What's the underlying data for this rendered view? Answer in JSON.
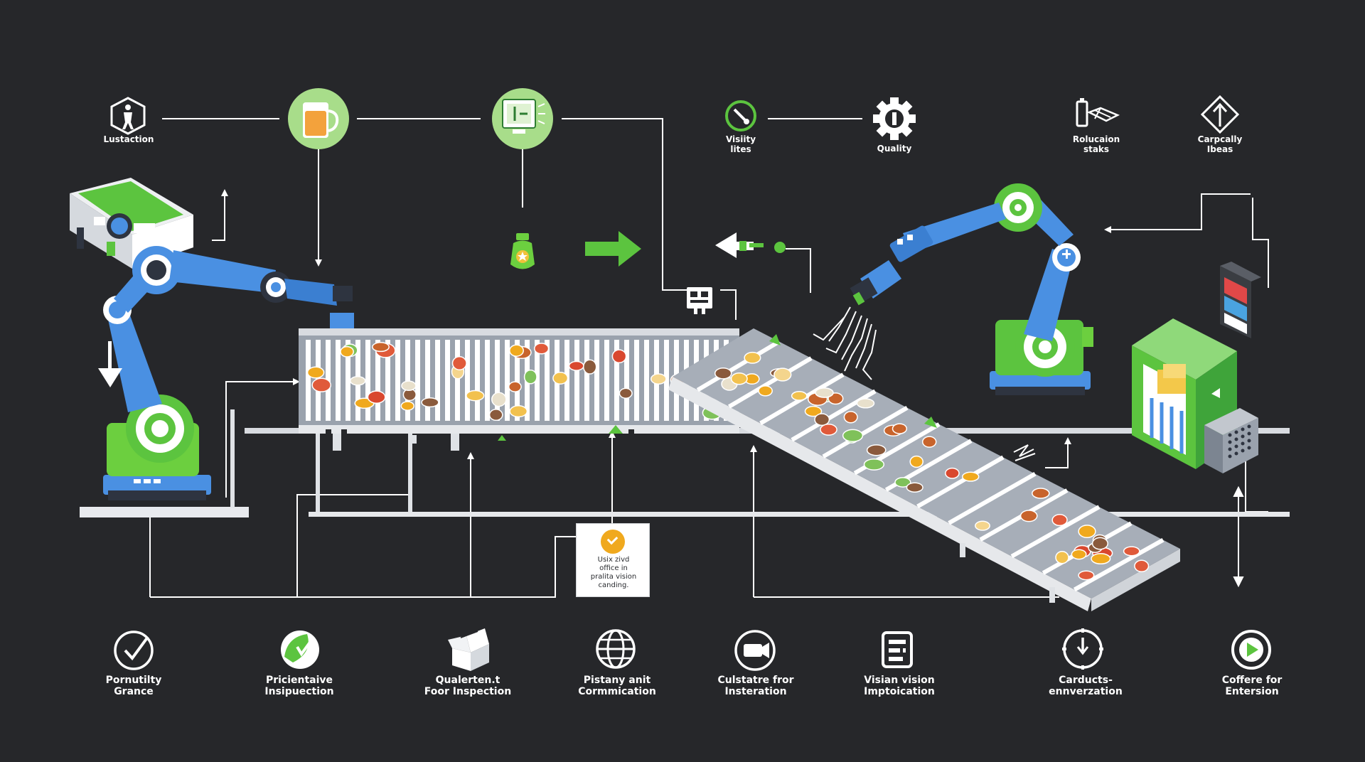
{
  "top_steps": [
    {
      "id": "lustaction",
      "label": "Lustaction",
      "icon": "person-hexagon-icon"
    },
    {
      "id": "visiity",
      "label": "Visiity\nlites",
      "icon": "probe-icon"
    },
    {
      "id": "quality",
      "label": "Quality",
      "icon": "gear-icon"
    },
    {
      "id": "rolucaion",
      "label": "Rolucaion\nstaks",
      "icon": "battery-map-icon"
    },
    {
      "id": "carpcally",
      "label": "Carpcally\nIbeas",
      "icon": "diamond-arrow-icon"
    }
  ],
  "top_nodes": [
    {
      "id": "drink",
      "icon": "beverage-glass-icon"
    },
    {
      "id": "monitor",
      "icon": "monitor-icon"
    }
  ],
  "note": {
    "icon": "check-badge-icon",
    "text": "Usix zivd\noffice in\npralita vision\ncanding."
  },
  "bottom_steps": [
    {
      "id": "s1",
      "label": "Pornutilty\nGrance",
      "icon": "check-circle-icon"
    },
    {
      "id": "s2",
      "label": "Pricientaive\nInsipuection",
      "icon": "leaf-check-icon"
    },
    {
      "id": "s3",
      "label": "Qualerten.t\nFoor Inspection",
      "icon": "box-icon"
    },
    {
      "id": "s4",
      "label": "Pistany anit\nCormmication",
      "icon": "globe-icon"
    },
    {
      "id": "s5",
      "label": "Culstatre fror\nInsteration",
      "icon": "camera-icon"
    },
    {
      "id": "s6",
      "label": "Visian vision\nImptoication",
      "icon": "document-icon"
    },
    {
      "id": "s7",
      "label": "Carducts-\nennverzation",
      "icon": "clock-icon"
    },
    {
      "id": "s8",
      "label": "Coffere for\nEntersion",
      "icon": "play-circle-icon"
    }
  ],
  "colors": {
    "background": "#26272a",
    "accent_green": "#5cc43f",
    "pale_green": "#a8dd8a",
    "robot_blue": "#4a90e2",
    "conveyor_gray": "#b9bfc7",
    "line": "#ffffff"
  }
}
